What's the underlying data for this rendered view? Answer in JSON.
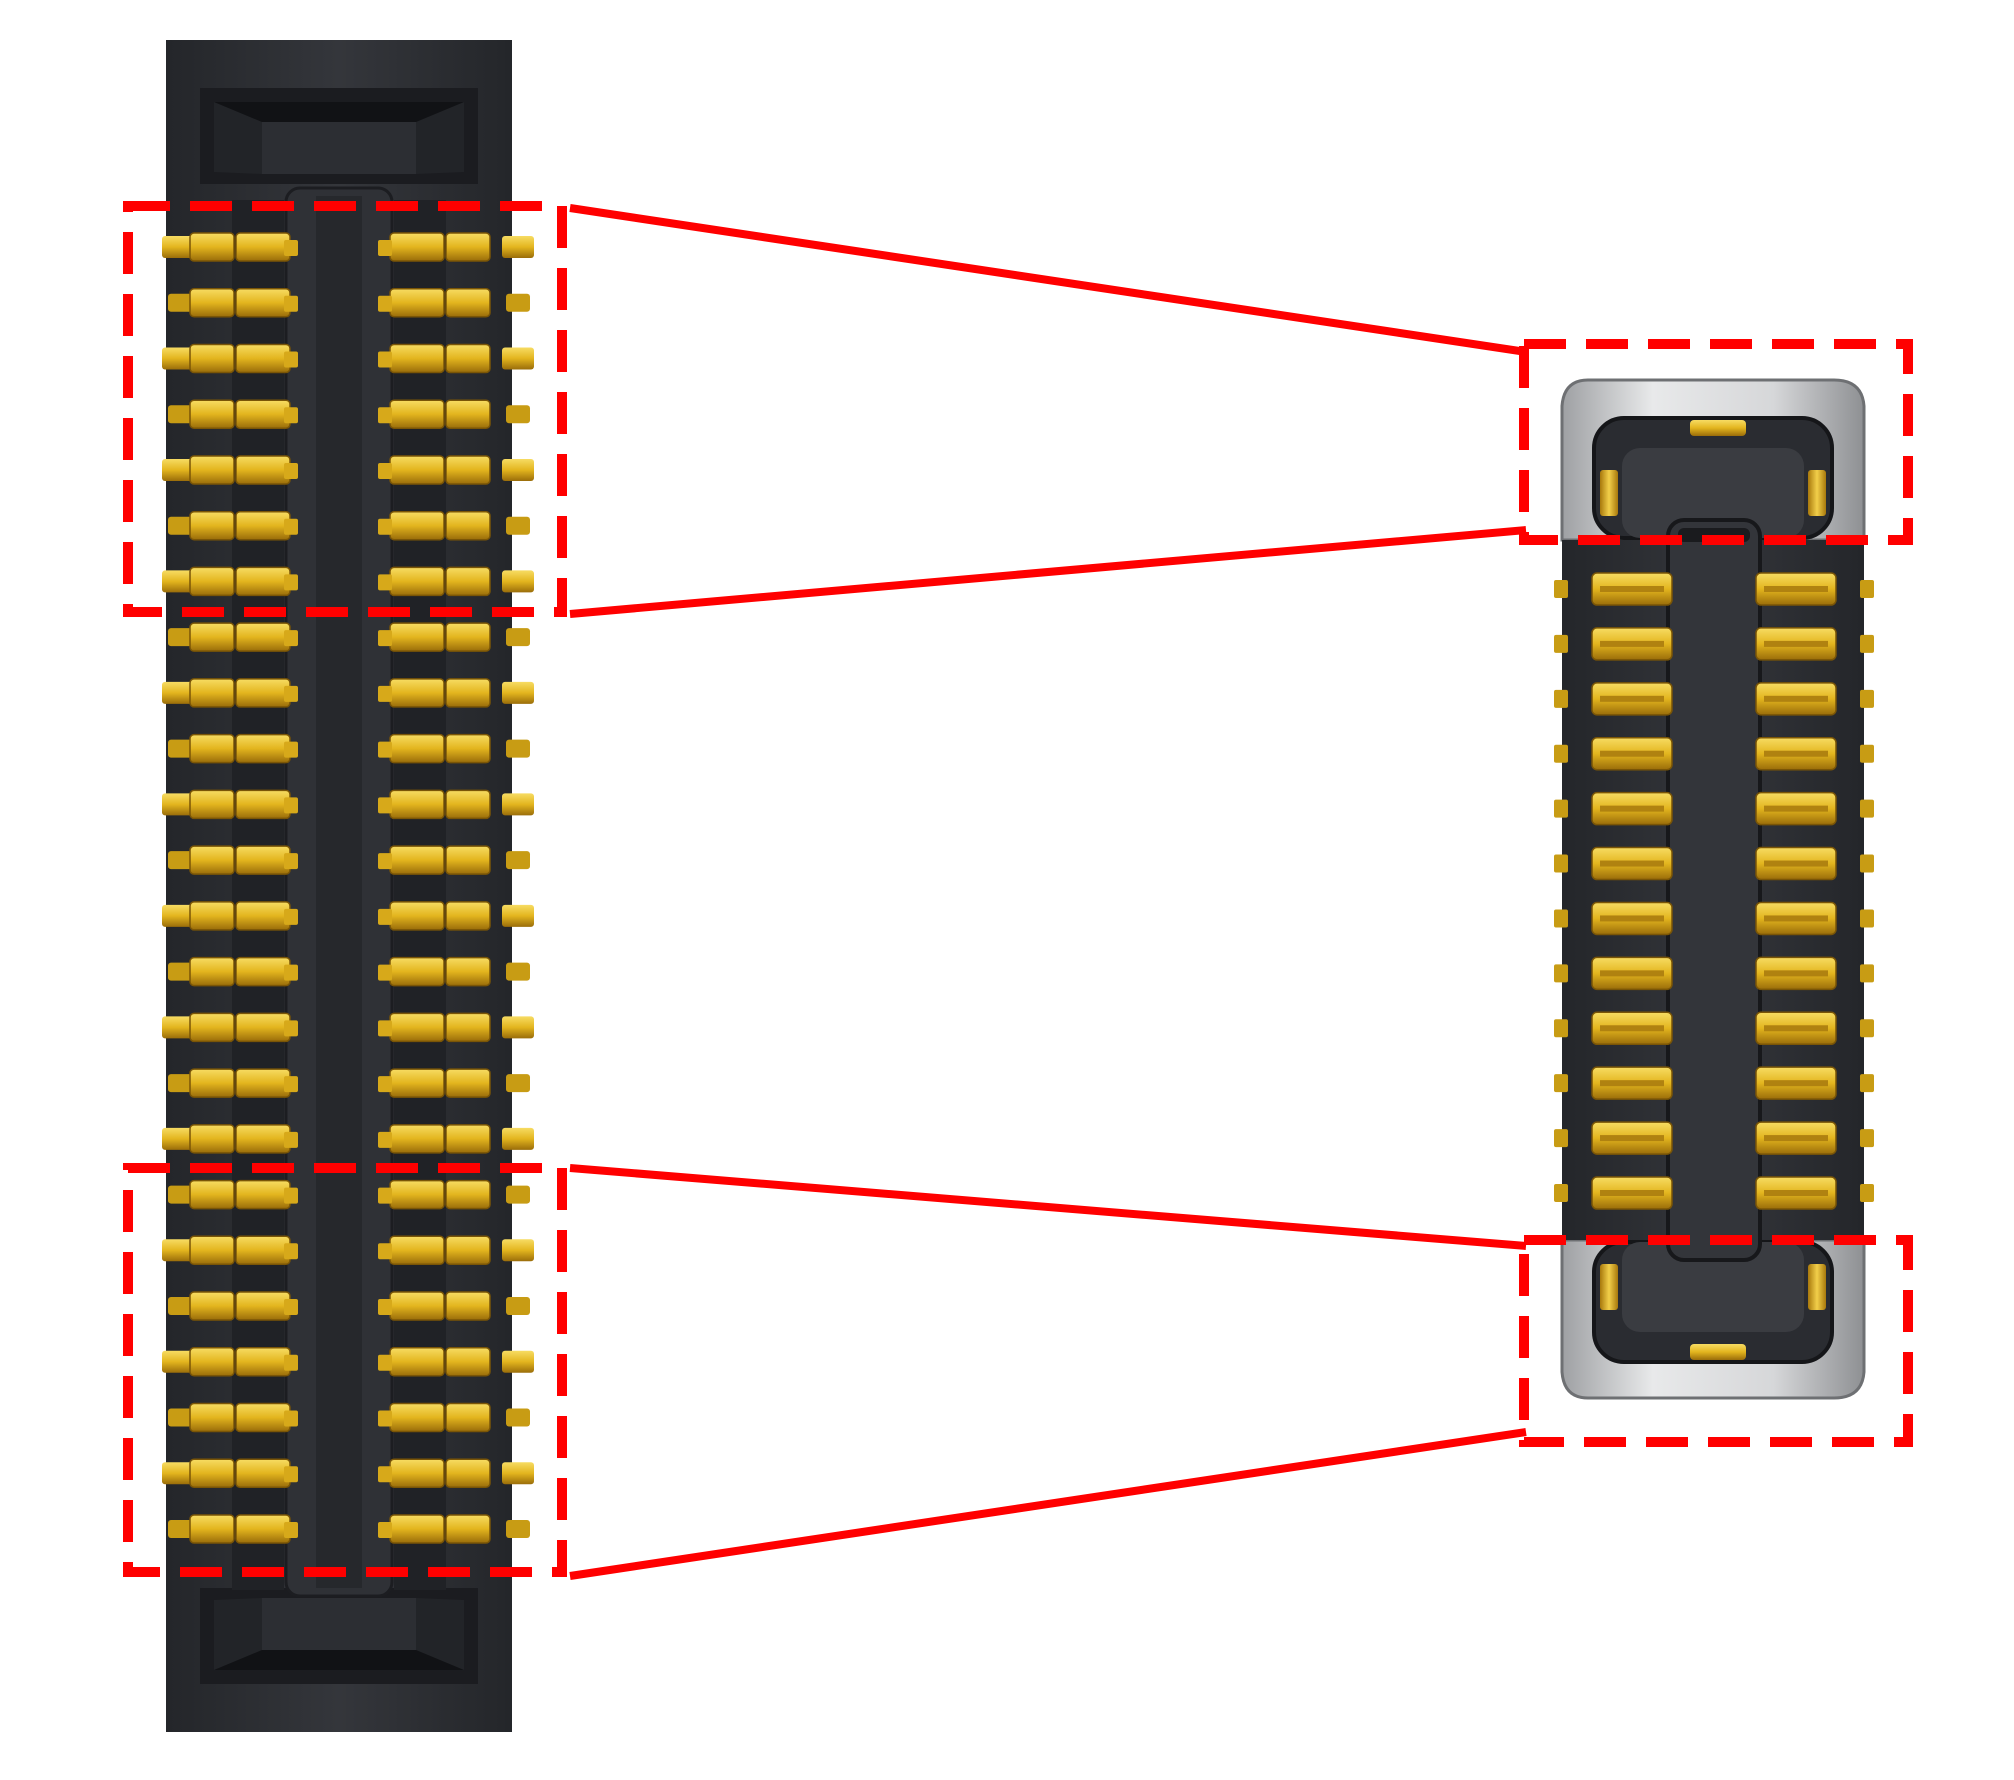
{
  "figure": {
    "left_component": "long-board-to-board-connector",
    "right_component": "short-board-to-board-connector"
  },
  "colors": {
    "background": "#ffffff",
    "housing": "#2b2d31",
    "housing_dark": "#1c1d21",
    "housing_light": "#3a3c42",
    "gold": "#e3b51e",
    "gold_light": "#f7dc63",
    "gold_dark": "#9a6d0a",
    "shell_metal": "#cfd0d2",
    "highlight_red": "#ff0000"
  },
  "left_connector": {
    "pin_rows": 24,
    "columns_per_side": 2
  },
  "right_connector": {
    "pin_rows": 12,
    "columns_per_side": 1
  },
  "callouts": [
    {
      "from": "left-top-region",
      "to": "right-top-region"
    },
    {
      "from": "left-bottom-region",
      "to": "right-bottom-region"
    }
  ]
}
